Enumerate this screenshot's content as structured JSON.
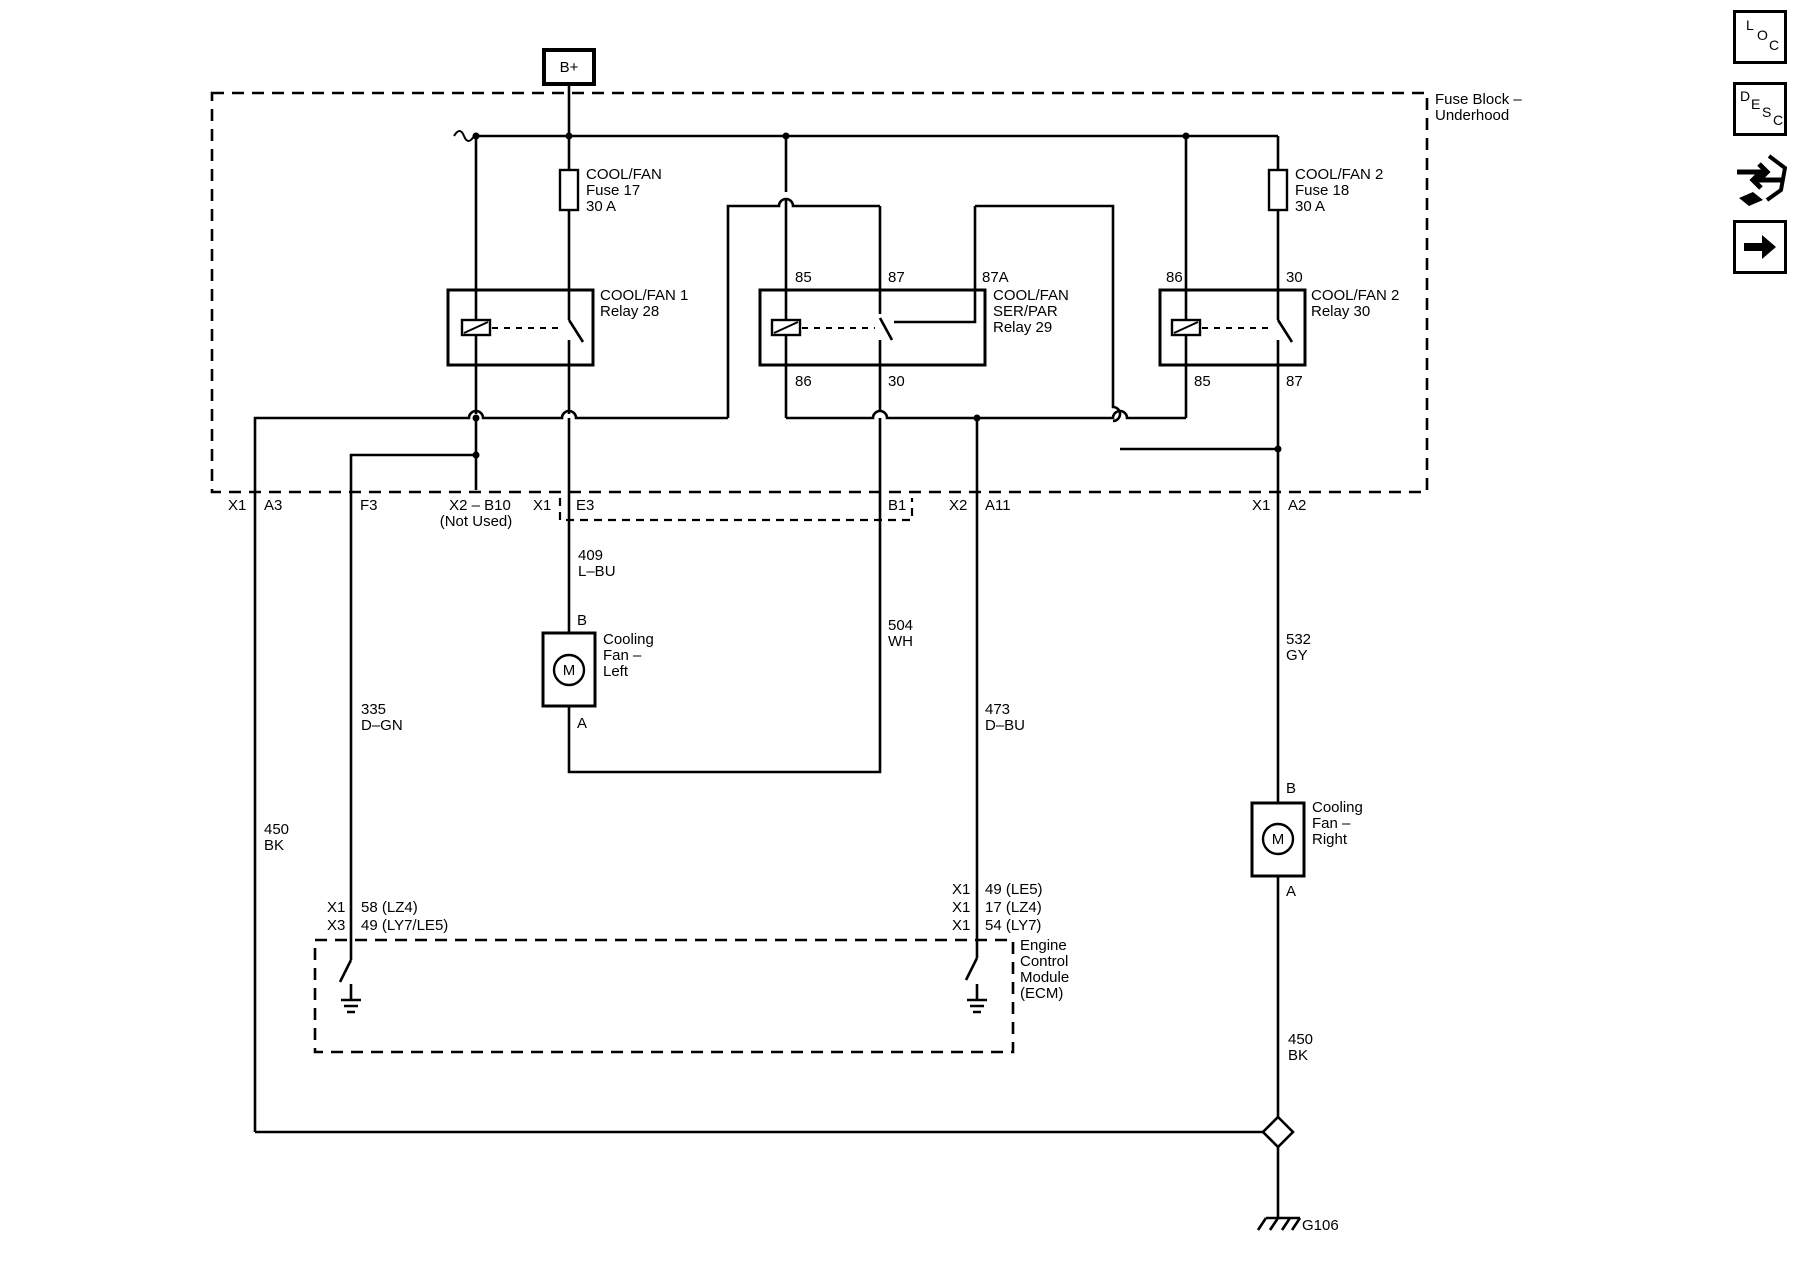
{
  "source": "B+",
  "fuse_block": {
    "line1": "Fuse Block –",
    "line2": "Underhood"
  },
  "fuses": [
    {
      "line1": "COOL/FAN",
      "line2": "Fuse 17",
      "line3": "30 A"
    },
    {
      "line1": "COOL/FAN 2",
      "line2": "Fuse 18",
      "line3": "30 A"
    }
  ],
  "relays": [
    {
      "line1": "COOL/FAN 1",
      "line2": "Relay 28",
      "line3": "",
      "pins": []
    },
    {
      "line1": "COOL/FAN",
      "line2": "SER/PAR",
      "line3": "Relay 29",
      "pins": [
        "85",
        "87",
        "87A",
        "86",
        "30"
      ]
    },
    {
      "line1": "COOL/FAN 2",
      "line2": "Relay 30",
      "line3": "",
      "pins": [
        "86",
        "30",
        "85",
        "87"
      ]
    }
  ],
  "connectors": {
    "c1_x": "X1",
    "c1_pin": "A3",
    "c2_pin": "F3",
    "c3": "X2 – B10",
    "c3_note": "(Not Used)",
    "c4_x": "X1",
    "c4_pin": "E3",
    "c5_pin": "B1",
    "c6_x": "X2",
    "c6_pin": "A11",
    "c7_x": "X1",
    "c7_pin": "A2"
  },
  "wires": [
    {
      "circuit": "409",
      "color": "L–BU"
    },
    {
      "circuit": "504",
      "color": "WH"
    },
    {
      "circuit": "532",
      "color": "GY"
    },
    {
      "circuit": "335",
      "color": "D–GN"
    },
    {
      "circuit": "473",
      "color": "D–BU"
    },
    {
      "circuit": "450",
      "color": "BK"
    },
    {
      "circuit": "450",
      "color": "BK"
    }
  ],
  "fans": [
    {
      "line1": "Cooling",
      "line2": "Fan –",
      "line3": "Left",
      "pin_top": "B",
      "pin_bottom": "A",
      "symbol": "M"
    },
    {
      "line1": "Cooling",
      "line2": "Fan –",
      "line3": "Right",
      "pin_top": "B",
      "pin_bottom": "A",
      "symbol": "M"
    }
  ],
  "ecm": {
    "line1": "Engine",
    "line2": "Control",
    "line3": "Module",
    "line4": "(ECM)",
    "left_pins": [
      {
        "x": "X1",
        "pin": "58 (LZ4)"
      },
      {
        "x": "X3",
        "pin": "49 (LY7/LE5)"
      }
    ],
    "right_pins": [
      {
        "x": "X1",
        "pin": "49 (LE5)"
      },
      {
        "x": "X1",
        "pin": "17 (LZ4)"
      },
      {
        "x": "X1",
        "pin": "54 (LY7)"
      }
    ]
  },
  "ground": "G106",
  "side_buttons": [
    {
      "icon": "loc-icon",
      "l1": "L",
      "l2": "O",
      "l3": "C"
    },
    {
      "icon": "desc-icon",
      "l1": "D",
      "l2": "E",
      "l3": "S",
      "l4": "C"
    },
    {
      "icon": "connector-tool-icon"
    },
    {
      "icon": "next-arrow-icon"
    }
  ]
}
